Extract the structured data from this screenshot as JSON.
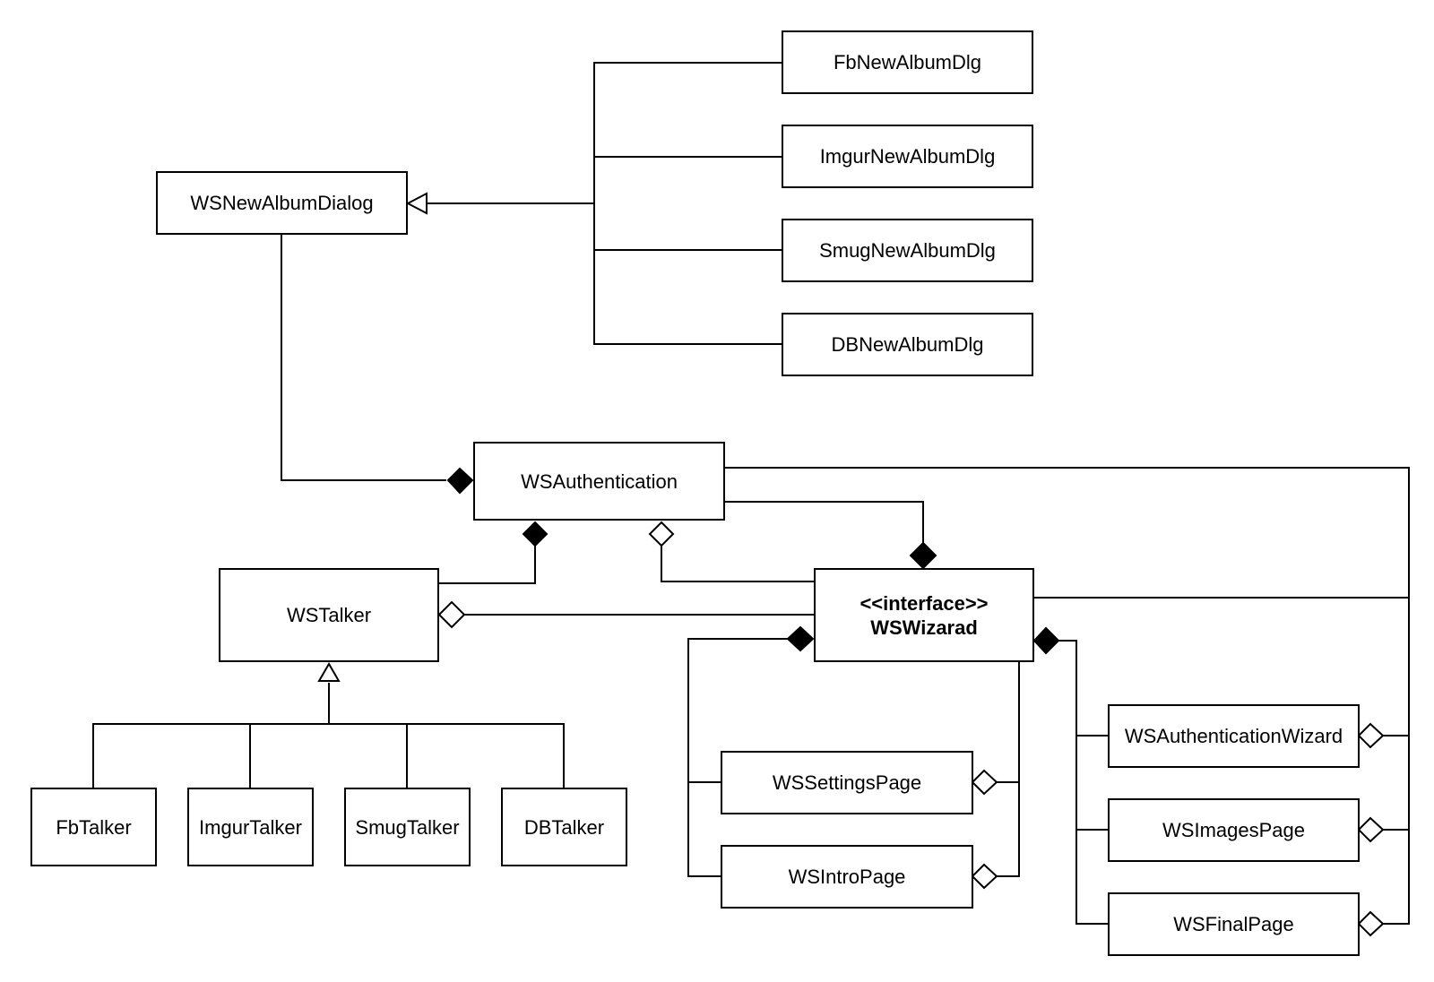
{
  "classes": {
    "ws_new_album_dialog": "WSNewAlbumDialog",
    "fb_new_album_dlg": "FbNewAlbumDlg",
    "imgur_new_album_dlg": "ImgurNewAlbumDlg",
    "smug_new_album_dlg": "SmugNewAlbumDlg",
    "db_new_album_dlg": "DBNewAlbumDlg",
    "ws_authentication": "WSAuthentication",
    "ws_talker": "WSTalker",
    "ws_wizard_stereotype": "<<interface>>",
    "ws_wizard_name": "WSWizarad",
    "fb_talker": "FbTalker",
    "imgur_talker": "ImgurTalker",
    "smug_talker": "SmugTalker",
    "db_talker": "DBTalker",
    "ws_settings_page": "WSSettingsPage",
    "ws_intro_page": "WSIntroPage",
    "ws_authentication_wizard": "WSAuthenticationWizard",
    "ws_images_page": "WSImagesPage",
    "ws_final_page": "WSFinalPage"
  },
  "colors": {
    "stroke": "#000000",
    "background": "#ffffff"
  }
}
